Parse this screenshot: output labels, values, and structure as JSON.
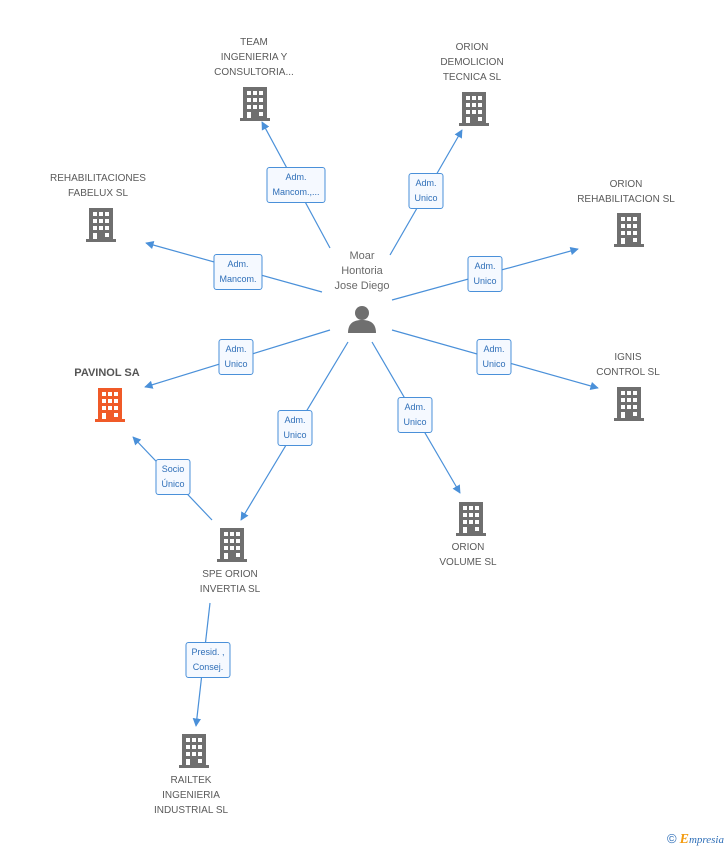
{
  "colors": {
    "edge": "#4a90d9",
    "building": "#6f6f6f",
    "highlight": "#f05a28",
    "person": "#6f6f6f"
  },
  "person": {
    "label": "Moar\nHontoria\nJose Diego"
  },
  "nodes": {
    "team": "TEAM\nINGENIERIA Y\nCONSULTORIA...",
    "orion_demolicion": "ORION\nDEMOLICION\nTECNICA  SL",
    "rehabilitaciones": "REHABILITACIONES\nFABELUX SL",
    "orion_rehabilitacion": "ORION\nREHABILITACION SL",
    "pavinol": "PAVINOL SA",
    "ignis": "IGNIS\nCONTROL SL",
    "orion_volume": "ORION\nVOLUME SL",
    "spe_orion": "SPE ORION\nINVERTIA SL",
    "railtek": "RAILTEK\nINGENIERIA\nINDUSTRIAL SL"
  },
  "edges": {
    "team": "Adm.\nMancom.,...",
    "orion_demolicion": "Adm.\nUnico",
    "rehabilitaciones": "Adm.\nMancom.",
    "orion_rehabilitacion": "Adm.\nUnico",
    "pavinol": "Adm.\nUnico",
    "ignis": "Adm.\nUnico",
    "spe_orion": "Adm.\nUnico",
    "orion_volume": "Adm.\nUnico",
    "spe_pavinol": "Socio\nÚnico",
    "spe_railtek": "Presid. ,\nConsej."
  },
  "footer": {
    "copyright": "©",
    "brand_e": "E",
    "brand_rest": "mpresia"
  }
}
